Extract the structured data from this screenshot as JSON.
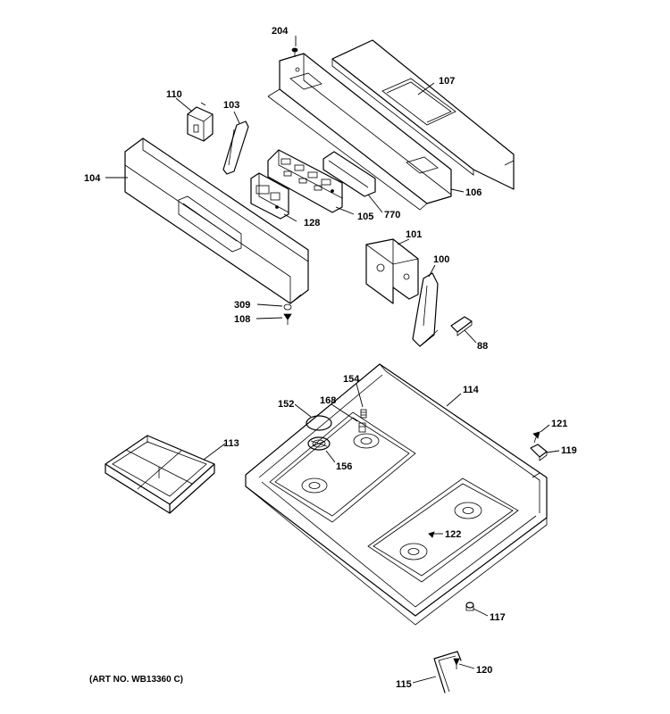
{
  "diagram": {
    "callouts": {
      "c204": "204",
      "c107": "107",
      "c110": "110",
      "c103": "103",
      "c104": "104",
      "c106": "106",
      "c128": "128",
      "c105": "105",
      "c770": "770",
      "c101": "101",
      "c100": "100",
      "c309": "309",
      "c108": "108",
      "c88": "88",
      "c154": "154",
      "c114": "114",
      "c152": "152",
      "c168": "168",
      "c121": "121",
      "c113": "113",
      "c156": "156",
      "c119": "119",
      "c122": "122",
      "c117": "117",
      "c120": "120",
      "c115": "115"
    },
    "art_number": "(ART NO. WB13360 C)"
  }
}
